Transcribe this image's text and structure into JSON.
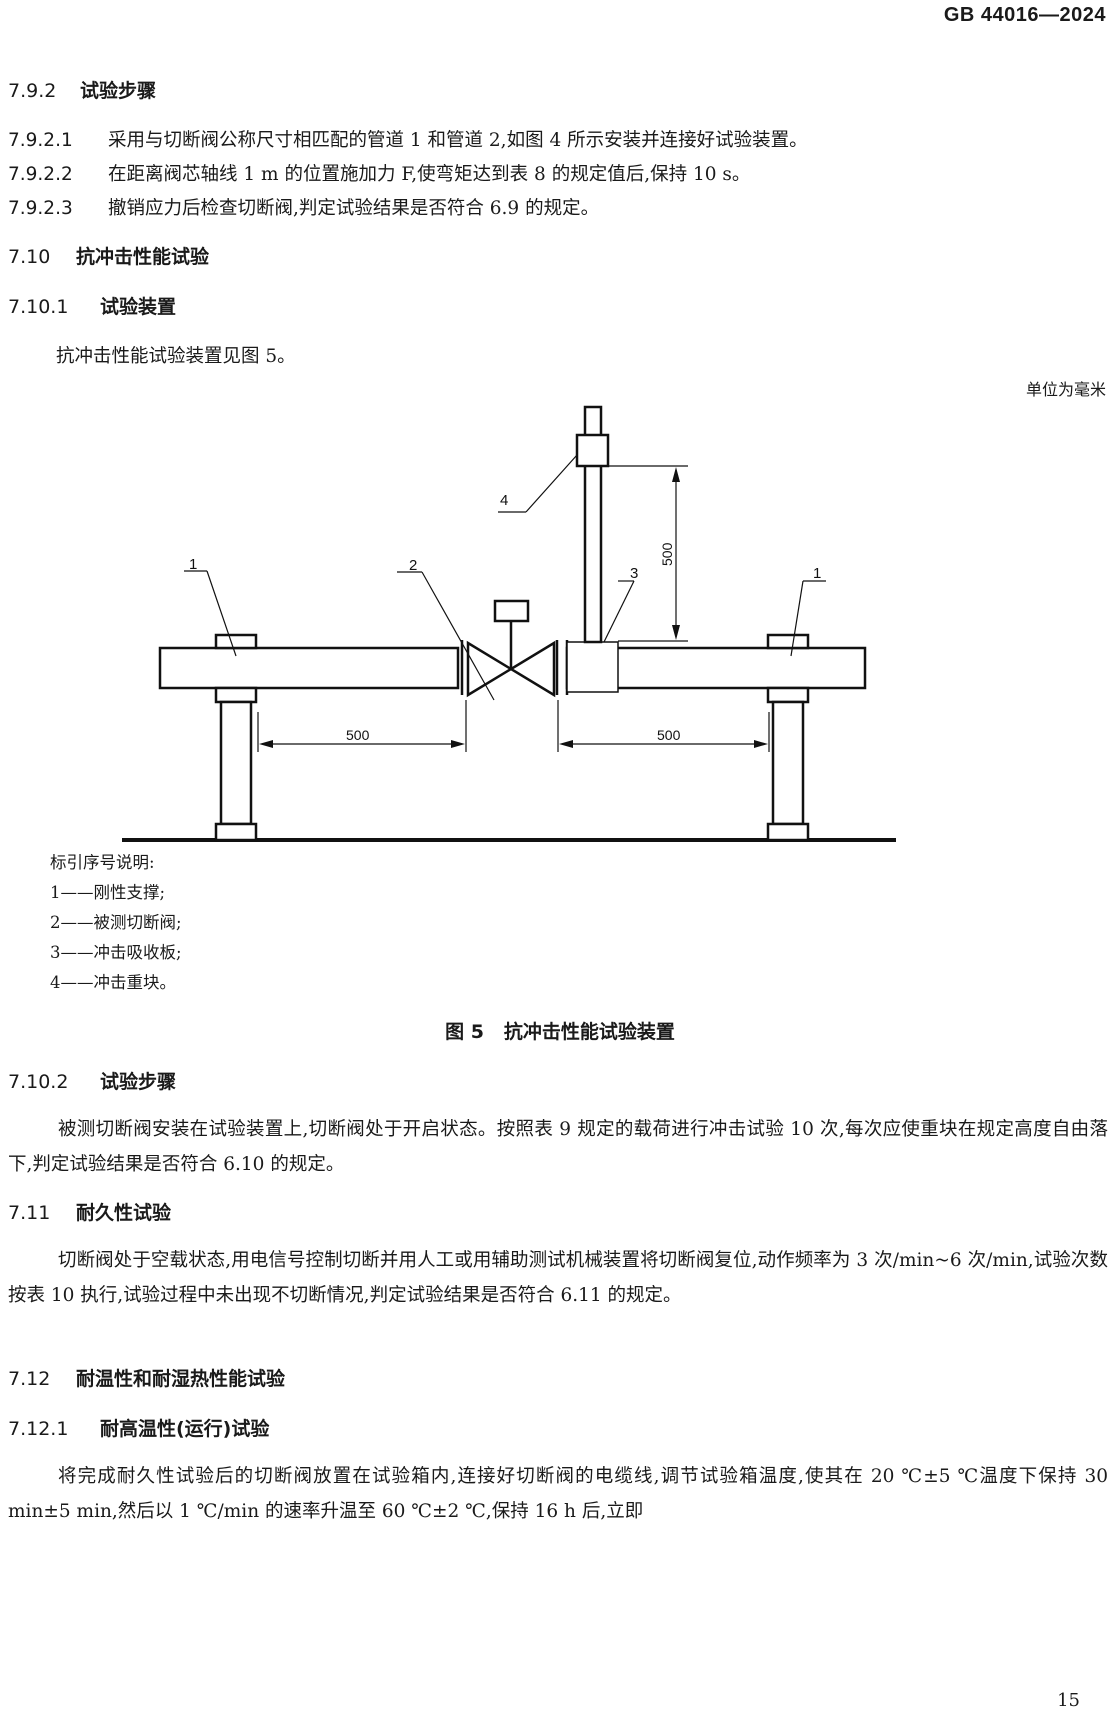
{
  "header": {
    "standard_code": "GB 44016—2024"
  },
  "sections": {
    "s792": {
      "number": "7.9.2",
      "title": "试验步骤"
    },
    "s7921": {
      "number": "7.9.2.1",
      "text": "采用与切断阀公称尺寸相匹配的管道 1 和管道 2,如图 4 所示安装并连接好试验装置。"
    },
    "s7922": {
      "number": "7.9.2.2",
      "text": "在距离阀芯轴线 1 m 的位置施加力 F,使弯矩达到表 8 的规定值后,保持 10 s。"
    },
    "s7923": {
      "number": "7.9.2.3",
      "text": "撤销应力后检查切断阀,判定试验结果是否符合 6.9 的规定。"
    },
    "s710": {
      "number": "7.10",
      "title": "抗冲击性能试验"
    },
    "s7101": {
      "number": "7.10.1",
      "title": "试验装置",
      "text": "抗冲击性能试验装置见图 5。"
    },
    "s7102": {
      "number": "7.10.2",
      "title": "试验步骤",
      "text": "被测切断阀安装在试验装置上,切断阀处于开启状态。按照表 9 规定的载荷进行冲击试验 10 次,每次应使重块在规定高度自由落下,判定试验结果是否符合 6.10 的规定。"
    },
    "s711": {
      "number": "7.11",
      "title": "耐久性试验",
      "text": "切断阀处于空载状态,用电信号控制切断并用人工或用辅助测试机械装置将切断阀复位,动作频率为 3 次/min~6 次/min,试验次数按表 10 执行,试验过程中未出现不切断情况,判定试验结果是否符合 6.11 的规定。"
    },
    "s712": {
      "number": "7.12",
      "title": "耐温性和耐湿热性能试验"
    },
    "s7121": {
      "number": "7.12.1",
      "title": "耐高温性(运行)试验",
      "text": "将完成耐久性试验后的切断阀放置在试验箱内,连接好切断阀的电缆线,调节试验箱温度,使其在 20 ℃±5 ℃温度下保持 30 min±5 min,然后以 1 ℃/min 的速率升温至 60 ℃±2 ℃,保持 16 h 后,立即"
    }
  },
  "figure": {
    "unit_note": "单位为毫米",
    "labels": {
      "support_left": "1",
      "valve": "2",
      "absorber": "3",
      "weight": "4",
      "support_right": "1"
    },
    "dimensions": {
      "drop_height": "500",
      "left_span": "500",
      "right_span": "500"
    },
    "legend_title": "标引序号说明:",
    "legend": [
      "1——刚性支撑;",
      "2——被测切断阀;",
      "3——冲击吸收板;",
      "4——冲击重块。"
    ],
    "caption": "图 5   抗冲击性能试验装置"
  },
  "footer": {
    "page_number": "15"
  }
}
